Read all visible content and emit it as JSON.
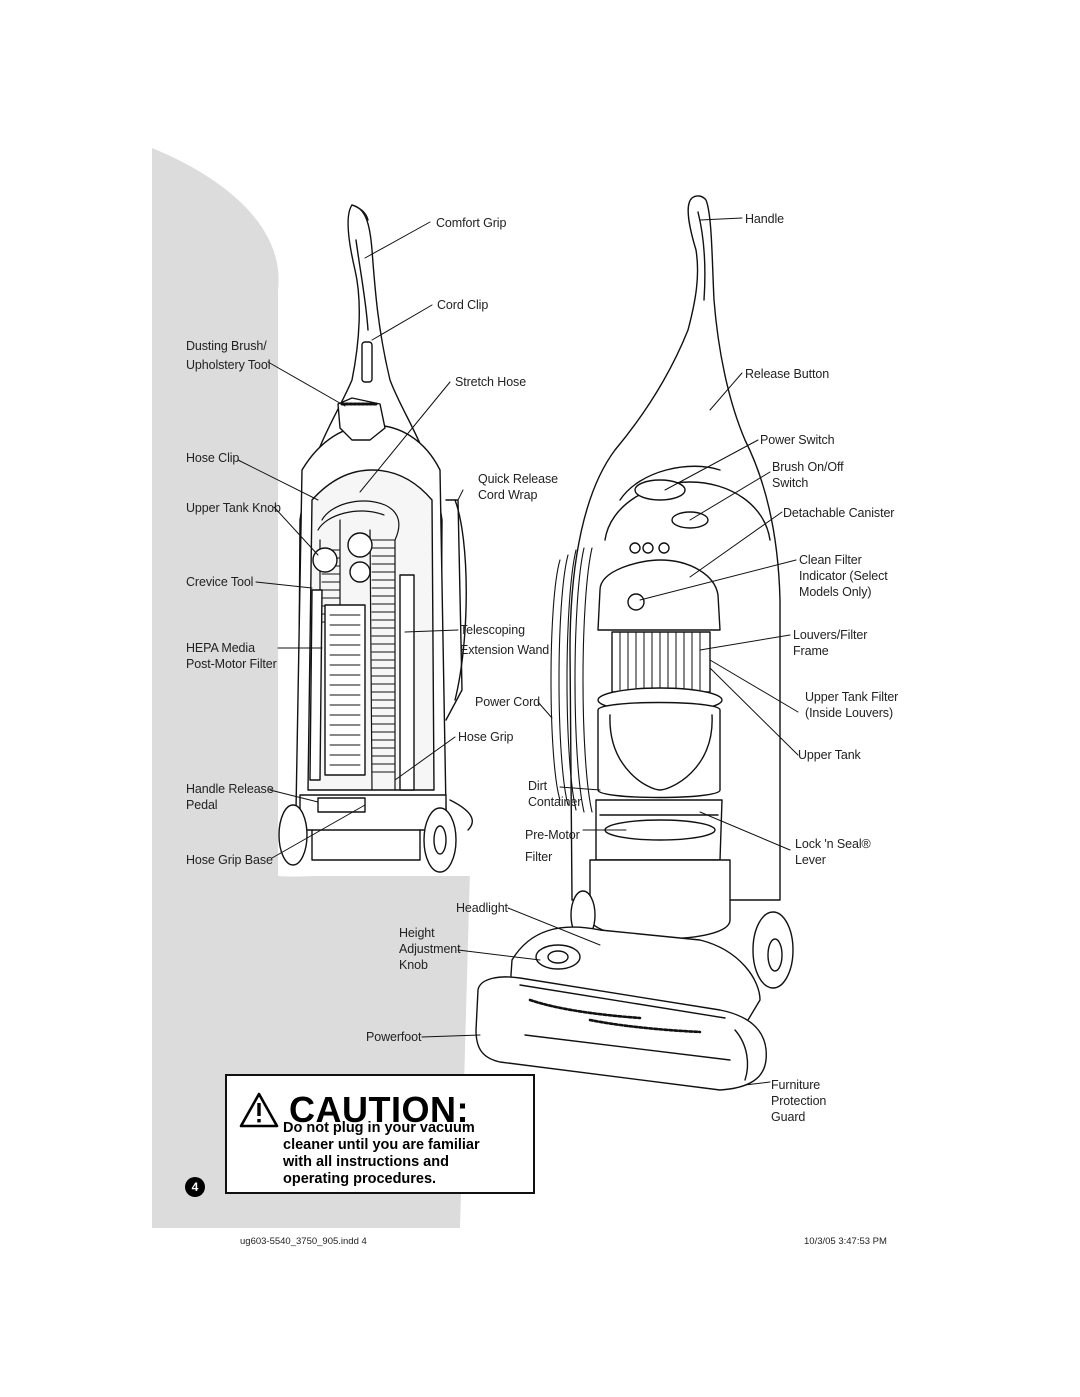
{
  "labels_left": {
    "comfort_grip": "Comfort Grip",
    "cord_clip": "Cord Clip",
    "dusting_brush": [
      "Dusting Brush/",
      "Upholstery Tool"
    ],
    "stretch_hose": "Stretch Hose",
    "hose_clip": "Hose Clip",
    "quick_release_cord_wrap": [
      "Quick Release",
      "Cord Wrap"
    ],
    "upper_tank_knob": "Upper Tank Knob",
    "crevice_tool": "Crevice Tool",
    "telescoping_wand": [
      "Telescoping",
      "Extension Wand"
    ],
    "hepa_media": [
      "HEPA Media",
      "Post-Motor Filter"
    ],
    "power_cord": "Power Cord",
    "hose_grip": "Hose Grip",
    "handle_release_pedal": [
      "Handle Release",
      "Pedal"
    ],
    "hose_grip_base": "Hose Grip Base"
  },
  "labels_right": {
    "handle": "Handle",
    "release_button": "Release Button",
    "power_switch": "Power Switch",
    "brush_switch": [
      "Brush On/Off",
      "Switch"
    ],
    "detachable_canister": "Detachable Canister",
    "clean_filter": [
      "Clean Filter",
      "Indicator (Select",
      "Models Only)"
    ],
    "louvers_filter": [
      "Louvers/Filter",
      "Frame"
    ],
    "upper_tank_filter": [
      "Upper Tank Filter",
      "(Inside Louvers)"
    ],
    "upper_tank": "Upper Tank",
    "dirt_container": [
      "Dirt",
      "Container"
    ],
    "pre_motor_filter": [
      "Pre-Motor",
      "Filter"
    ],
    "lock_n_seal": [
      "Lock 'n Seal®",
      "Lever"
    ],
    "headlight": "Headlight",
    "height_adjustment": [
      "Height",
      "Adjustment",
      "Knob"
    ],
    "powerfoot": "Powerfoot",
    "furniture_guard": [
      "Furniture",
      "Protection",
      "Guard"
    ]
  },
  "caution": {
    "title": "CAUTION:",
    "body": [
      "Do not plug in your vacuum",
      "cleaner until you are familiar",
      "with all instructions and",
      "operating procedures."
    ]
  },
  "page_number": "4",
  "footer": {
    "file": "ug603-5540_3750_905.indd   4",
    "timestamp": "10/3/05   3:47:53 PM"
  }
}
